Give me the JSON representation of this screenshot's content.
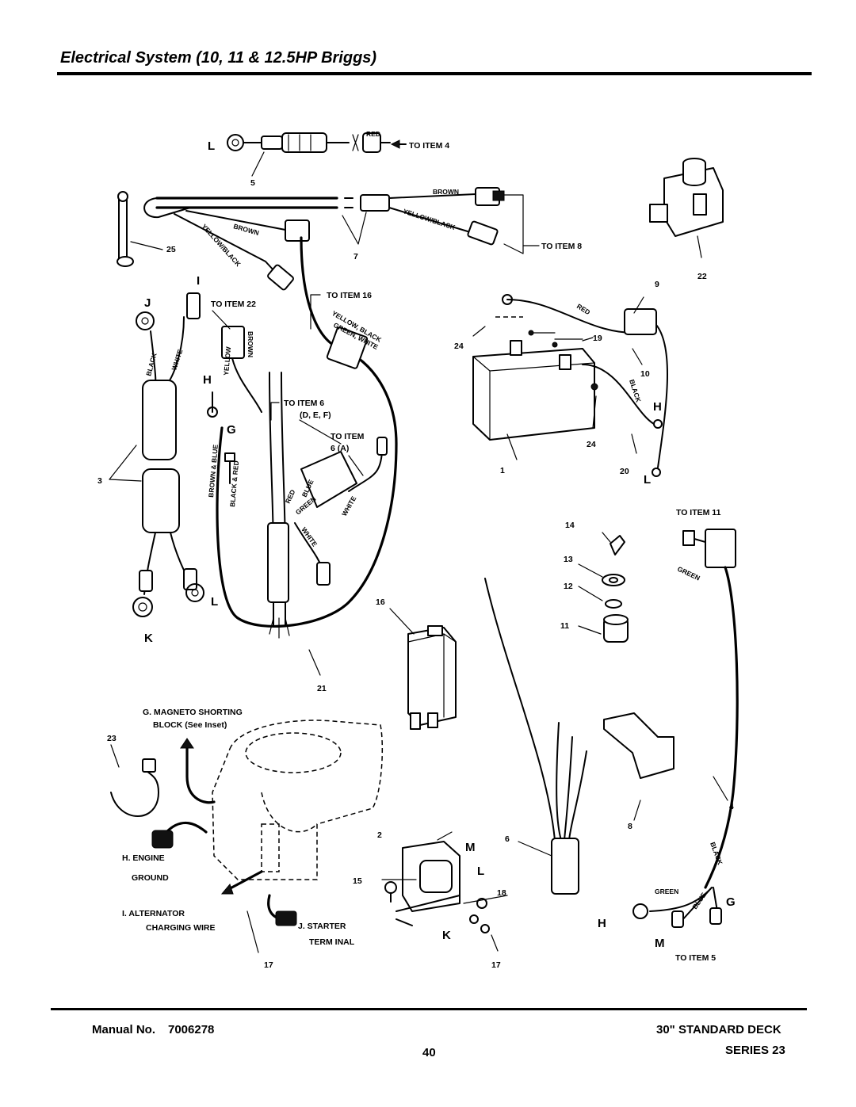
{
  "header": {
    "title": "Electrical System (10, 11 & 12.5HP Briggs)"
  },
  "footer": {
    "manual_label": "Manual No.",
    "manual_number": "7006278",
    "page_number": "40",
    "deck": "30\" STANDARD DECK",
    "series": "SERIES 23"
  },
  "diagram": {
    "letters": {
      "L": "L",
      "J": "J",
      "I": "I",
      "H": "H",
      "G": "G",
      "K": "K",
      "M": "M"
    },
    "numbers": {
      "n1": "1",
      "n2": "2",
      "n3": "3",
      "n4": "4",
      "n5": "5",
      "n6": "6",
      "n7": "7",
      "n8": "8",
      "n9": "9",
      "n10": "10",
      "n11": "11",
      "n12": "12",
      "n13": "13",
      "n14": "14",
      "n15": "15",
      "n16": "16",
      "n17": "17",
      "n18": "18",
      "n19": "19",
      "n20": "20",
      "n21": "21",
      "n22": "22",
      "n23": "23",
      "n24": "24",
      "n25": "25"
    },
    "refs": {
      "to_item_4": "TO ITEM 4",
      "to_item_8": "TO ITEM 8",
      "to_item_16": "TO ITEM 16",
      "to_item_22": "TO ITEM 22",
      "to_item_6": "TO ITEM 6",
      "to_item_6_sub": "(D, E, F)",
      "to_item": "TO ITEM",
      "to_item_6a": "6 (A)",
      "to_item_11": "TO ITEM 11",
      "to_item_5": "TO ITEM 5"
    },
    "wires": {
      "red": "RED",
      "brown": "BROWN",
      "yellow_black": "YELLOW/BLACK",
      "black": "BLACK",
      "white": "WHITE",
      "yellow": "YELLOW",
      "yellow_black_2": "YELLOW, BLACK",
      "green_white": "GREEN, WHITE",
      "brown_blue": "BROWN & BLUE",
      "black_red": "BLACK & RED",
      "blue": "BLUE",
      "green": "GREEN"
    },
    "annotations": {
      "g1": "G. MAGNETO SHORTING",
      "g2": "BLOCK (See Inset)",
      "h1": "H. ENGINE",
      "h2": "GROUND",
      "i1": "I. ALTERNATOR",
      "i2": "CHARGING WIRE",
      "j1": "J. STARTER",
      "j2": "TERM INAL"
    }
  }
}
